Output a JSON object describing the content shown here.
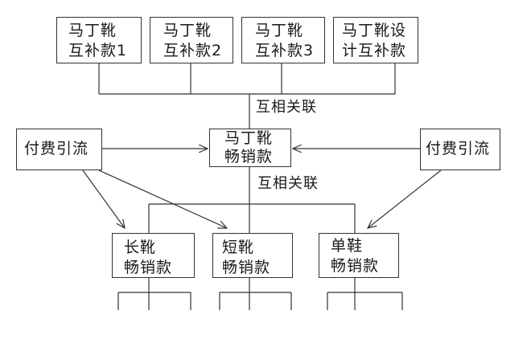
{
  "diagram": {
    "colors": {
      "line": "#333333",
      "text": "#1a1a1a",
      "background": "#ffffff"
    },
    "top_nodes": [
      {
        "line1": "马丁靴",
        "line2": "互补款1"
      },
      {
        "line1": "马丁靴",
        "line2": "互补款2"
      },
      {
        "line1": "马丁靴",
        "line2": "互补款3"
      },
      {
        "line1": "马丁靴设",
        "line2": "计互补款"
      }
    ],
    "relation_labels": [
      "互相关联",
      "互相关联"
    ],
    "center_node": {
      "line1": "马丁靴",
      "line2": "畅销款"
    },
    "traffic_left": "付费引流",
    "traffic_right": "付费引流",
    "bottom_nodes": [
      {
        "line1": "长靴",
        "line2": "畅销款"
      },
      {
        "line1": "短靴",
        "line2": "畅销款"
      },
      {
        "line1": "单鞋",
        "line2": "畅销款"
      }
    ]
  }
}
